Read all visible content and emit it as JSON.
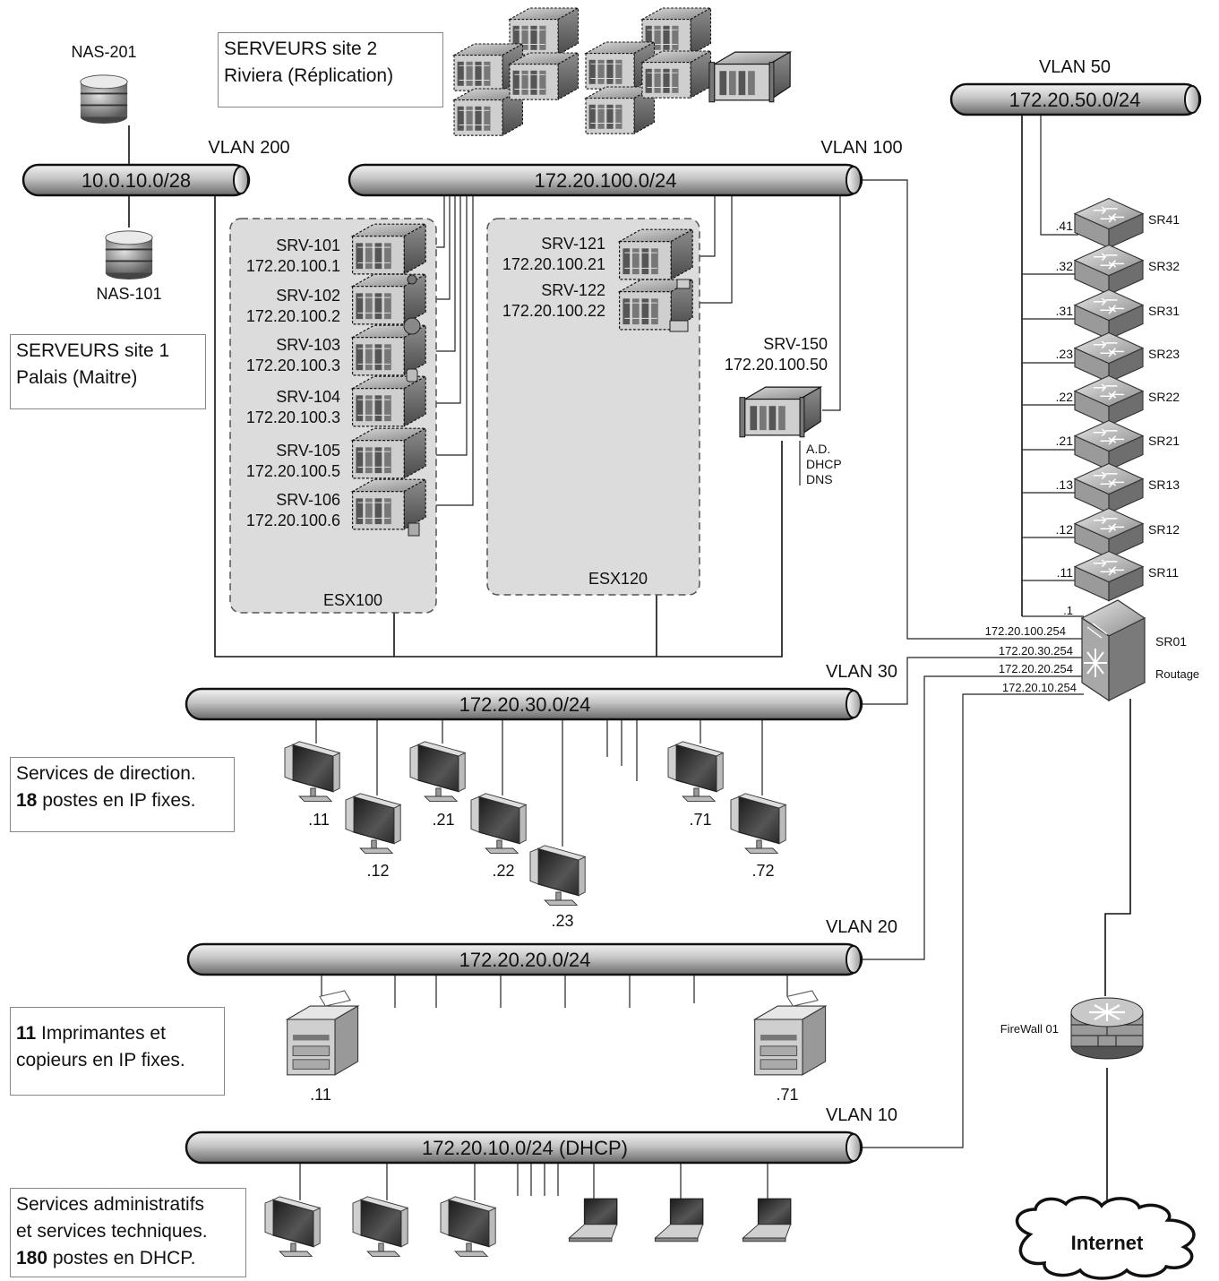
{
  "notes": {
    "site2": {
      "line1": "SERVEURS site 2",
      "line2": "Riviera (Réplication)"
    },
    "site1": {
      "line1": "SERVEURS site 1",
      "line2": "Palais (Maitre)"
    },
    "direction": {
      "line1": "Services de direction.",
      "count": "18",
      "line2": " postes en IP fixes."
    },
    "printers": {
      "count": "11",
      "line1": " Imprimantes et",
      "line2": "copieurs en IP fixes."
    },
    "admin": {
      "line1": "Services administratifs",
      "line2": "et services techniques.",
      "count": "180",
      "line3": " postes en DHCP."
    }
  },
  "vlans": {
    "v200": {
      "name": "VLAN 200",
      "net": "10.0.10.0/28"
    },
    "v100": {
      "name": "VLAN 100",
      "net": "172.20.100.0/24"
    },
    "v50": {
      "name": "VLAN 50",
      "net": "172.20.50.0/24"
    },
    "v30": {
      "name": "VLAN 30",
      "net": "172.20.30.0/24"
    },
    "v20": {
      "name": "VLAN 20",
      "net": "172.20.20.0/24"
    },
    "v10": {
      "name": "VLAN 10",
      "net": "172.20.10.0/24 (DHCP)"
    }
  },
  "nas": {
    "nas201": "NAS-201",
    "nas101": "NAS-101"
  },
  "esx100": {
    "label": "ESX100",
    "servers": [
      {
        "name": "SRV-101",
        "ip": "172.20.100.1"
      },
      {
        "name": "SRV-102",
        "ip": "172.20.100.2"
      },
      {
        "name": "SRV-103",
        "ip": "172.20.100.3"
      },
      {
        "name": "SRV-104",
        "ip": "172.20.100.3"
      },
      {
        "name": "SRV-105",
        "ip": "172.20.100.5"
      },
      {
        "name": "SRV-106",
        "ip": "172.20.100.6"
      }
    ]
  },
  "esx120": {
    "label": "ESX120",
    "servers": [
      {
        "name": "SRV-121",
        "ip": "172.20.100.21"
      },
      {
        "name": "SRV-122",
        "ip": "172.20.100.22"
      }
    ]
  },
  "srv150": {
    "name": "SRV-150",
    "ip": "172.20.100.50",
    "roles": [
      "A.D.",
      "DHCP",
      "DNS"
    ]
  },
  "switches": [
    {
      "name": "SR41",
      "port": ".41"
    },
    {
      "name": "SR32",
      "port": ".32"
    },
    {
      "name": "SR31",
      "port": ".31"
    },
    {
      "name": "SR23",
      "port": ".23"
    },
    {
      "name": "SR22",
      "port": ".22"
    },
    {
      "name": "SR21",
      "port": ".21"
    },
    {
      "name": "SR13",
      "port": ".13"
    },
    {
      "name": "SR12",
      "port": ".12"
    },
    {
      "name": "SR11",
      "port": ".11"
    }
  ],
  "router": {
    "name": "SR01",
    "role": "Routage",
    "port": ".1",
    "gateways": [
      "172.20.100.254",
      "172.20.30.254",
      "172.20.20.254",
      "172.20.10.254"
    ]
  },
  "firewall": {
    "name": "FireWall 01"
  },
  "internet": {
    "label": "Internet"
  },
  "direction_pcs": [
    ".11",
    ".12",
    ".21",
    ".22",
    ".23",
    ".71",
    ".72"
  ],
  "printers": [
    ".11",
    ".71"
  ]
}
